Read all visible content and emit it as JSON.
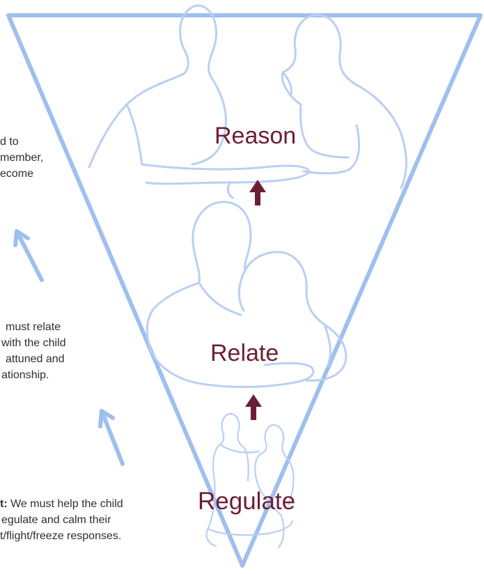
{
  "colors": {
    "triangle": "#9fbfee",
    "figures": "#b9cff4",
    "side_arrows": "#9fbfee",
    "stage_arrows": "#6b1f35",
    "stage_text": "#6b1f35",
    "body_text": "#2e2e2e"
  },
  "stages": {
    "reason": "Reason",
    "relate": "Relate",
    "regulate": "Regulate"
  },
  "side_text": {
    "top": [
      "d to",
      "member,",
      "ecome"
    ],
    "middle": [
      "must relate",
      "with the child",
      "attuned and",
      "ationship."
    ],
    "bottom": {
      "lead": "t:",
      "line1_rest": " We must help the child",
      "line2": "egulate and calm their",
      "line3": "t/flight/freeze responses."
    }
  },
  "icons": {
    "side_arrow": "arrow-up-diagonal-icon",
    "stage_arrow": "arrow-up-icon"
  }
}
